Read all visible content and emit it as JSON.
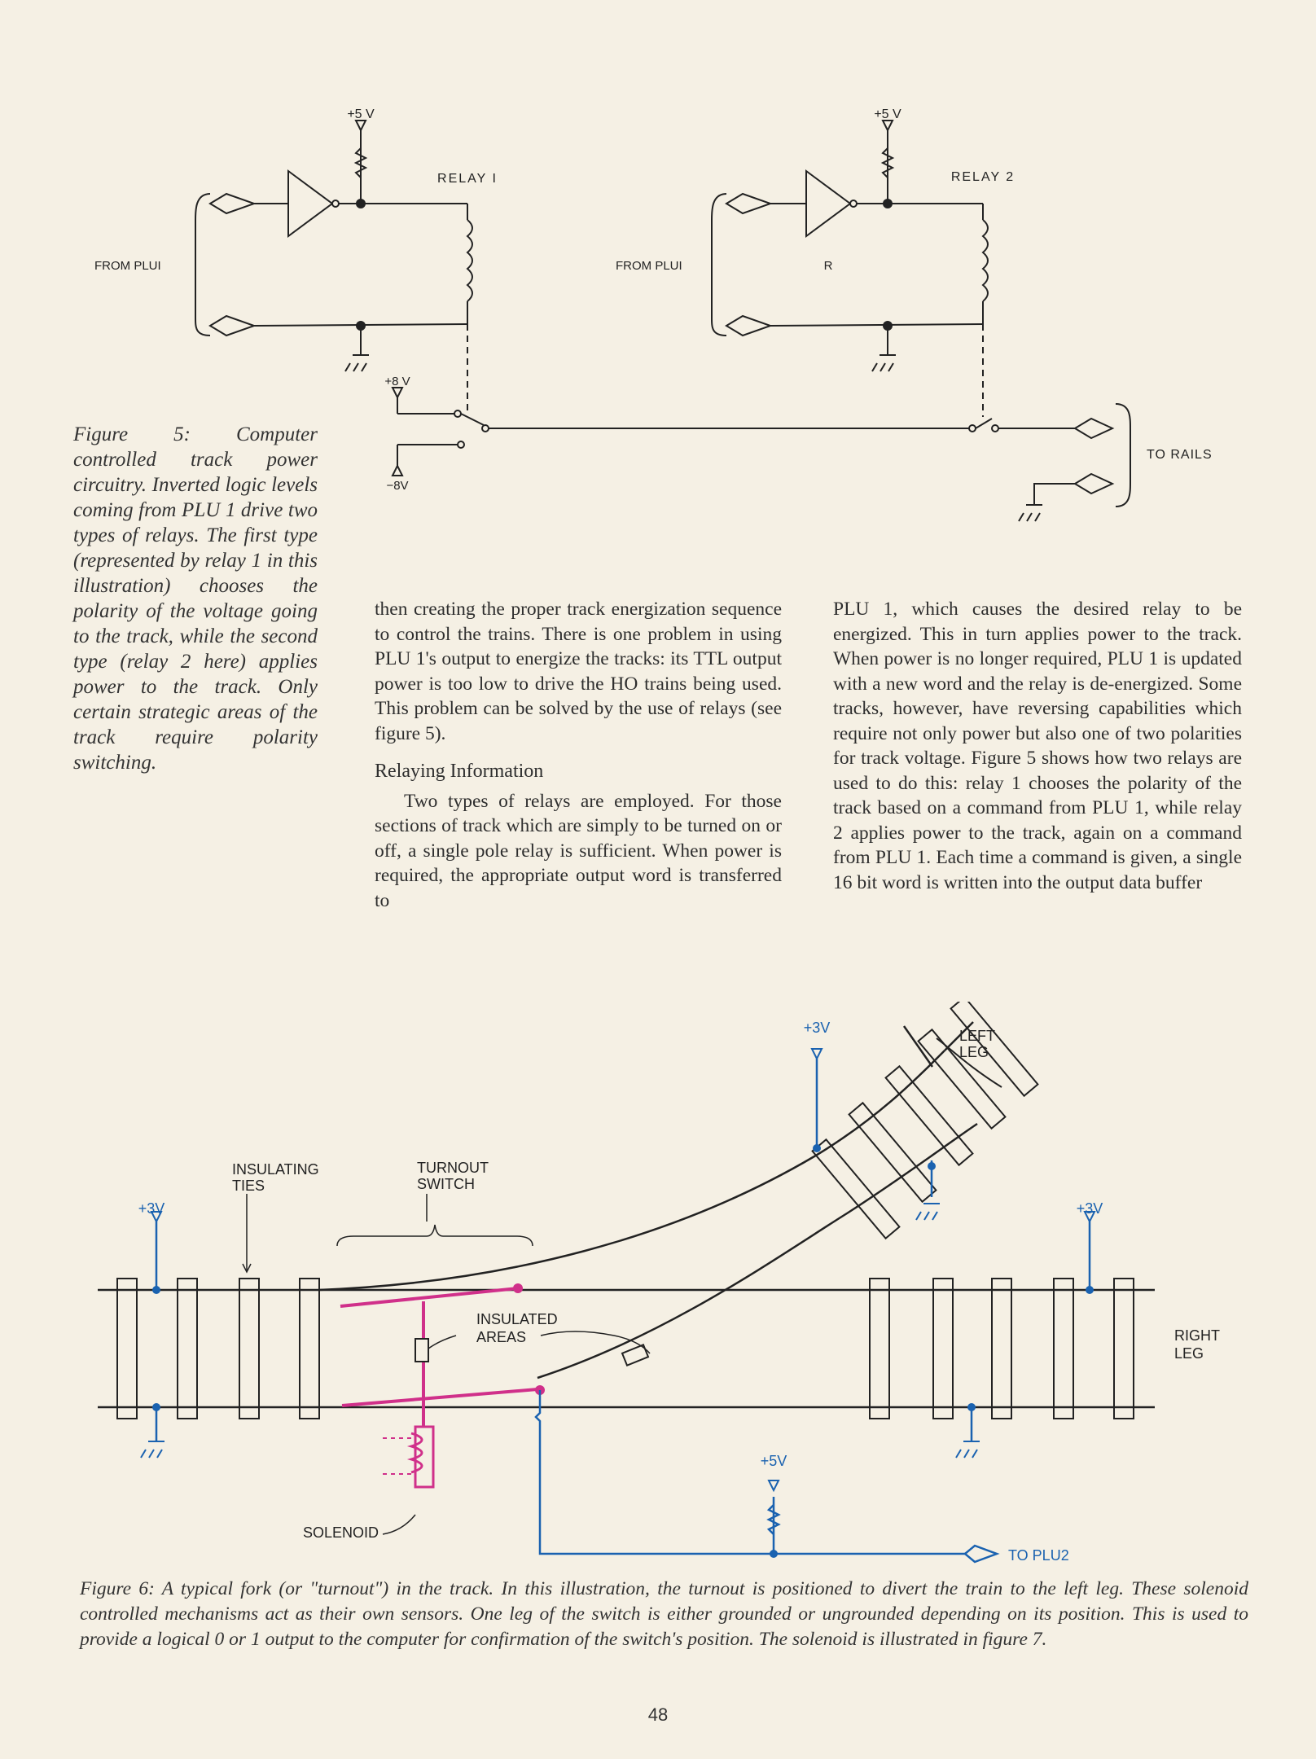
{
  "figure5": {
    "labels": {
      "plus5v_a": "+5 V",
      "plus5v_b": "+5 V",
      "relay1": "RELAY I",
      "relay2": "RELAY 2",
      "from_plu_a": "FROM PLUI",
      "from_plu_b": "FROM PLUI",
      "r": "R",
      "plus8v": "+8 V",
      "minus8v": "−8V",
      "to_rails": "TO RAILS"
    },
    "caption": "Figure 5: Computer controlled track power circuitry. Inverted logic levels coming from PLU 1 drive two types of relays. The first type (represented by relay 1 in this illustration) chooses the polarity of the voltage going to the track, while the second type (relay 2 here) applies power to the track. Only certain strategic areas of the track require polarity switching."
  },
  "article": {
    "col2_para1": "then creating the proper track energization sequence to control the trains. There is one problem in using PLU 1's output to energize the tracks: its TTL output power is too low to drive the HO trains being used. This problem can be solved by the use of relays (see figure 5).",
    "subhead": "Relaying Information",
    "col2_para2": "Two types of relays are employed. For those sections of track which are simply to be turned on or off, a single pole relay is sufficient. When power is required, the appropriate output word is transferred to",
    "col3_para1": "PLU 1, which causes the desired relay to be energized. This in turn applies power to the track. When power is no longer required, PLU 1 is updated with a new word and the relay is de-energized. Some tracks, however, have reversing capabilities which require not only power but also one of two polarities for track voltage. Figure 5 shows how two relays are used to do this: relay 1 chooses the polarity of the track based on a command from PLU 1, while relay 2 applies power to the track, again on a command from PLU 1. Each time a command is given, a single 16 bit word is written into the output data buffer"
  },
  "figure6": {
    "labels": {
      "plus3v_left": "+3V",
      "plus3v_top": "+3V",
      "plus3v_right": "+3V",
      "plus5v": "+5V",
      "left_leg_1": "LEFT",
      "left_leg_2": "LEG",
      "right_leg_1": "RIGHT",
      "right_leg_2": "LEG",
      "insulating_1": "INSULATING",
      "insulating_2": "TIES",
      "turnout_1": "TURNOUT",
      "turnout_2": "SWITCH",
      "insulated_1": "INSULATED",
      "insulated_2": "AREAS",
      "solenoid": "SOLENOID",
      "to_plu2": "TO PLU2"
    },
    "caption": "Figure 6: A typical fork (or \"turnout\") in the track. In this illustration, the turnout is positioned to divert the train to the left leg. These solenoid controlled mechanisms act as their own sensors. One leg of the switch is either grounded or ungrounded depending on its position. This is used to provide a logical 0 or 1 output to the computer for confirmation of the switch's position. The solenoid is illustrated in figure 7."
  },
  "page_number": "48",
  "colors": {
    "blue_wiring": "#1a62b0",
    "magenta_wiring": "#d0308a",
    "paper": "#f5f0e4"
  }
}
